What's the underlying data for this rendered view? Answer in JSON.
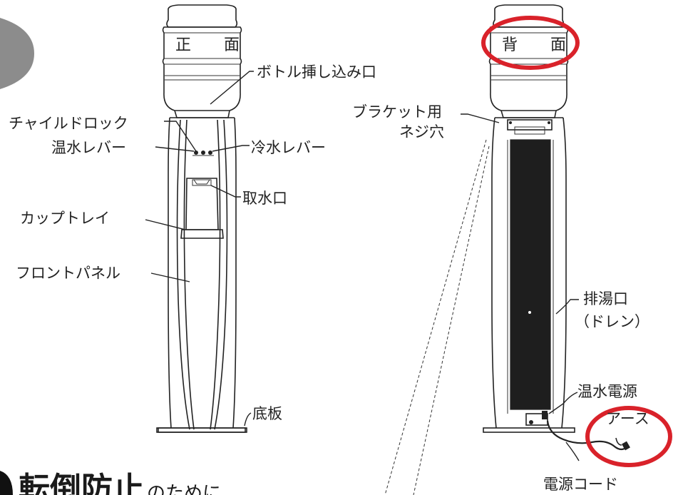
{
  "front": {
    "bottle_label": "正　面",
    "labels": {
      "bottle_inlet": "ボトル挿し込み口",
      "child_lock": "チャイルドロック",
      "hot_lever": "温水レバー",
      "cold_lever": "冷水レバー",
      "outlet": "取水口",
      "cup_tray": "カップトレイ",
      "front_panel": "フロントパネル",
      "base_plate": "底板"
    }
  },
  "back": {
    "bottle_label": "背　面",
    "labels": {
      "bracket_hole_line1": "ブラケット用",
      "bracket_hole_line2": "ネジ穴",
      "drain_line1": "排湯口",
      "drain_line2": "（ドレン）",
      "hot_power": "温水電源",
      "earth": "アース",
      "power_cord": "電源コード"
    },
    "highlight_color": "#d9222a"
  },
  "footer": {
    "heading": "転倒防止",
    "heading_suffix": "のために"
  },
  "colors": {
    "tab": "#8c8c8c",
    "line": "#222222",
    "coil": "#1e1e1e"
  }
}
